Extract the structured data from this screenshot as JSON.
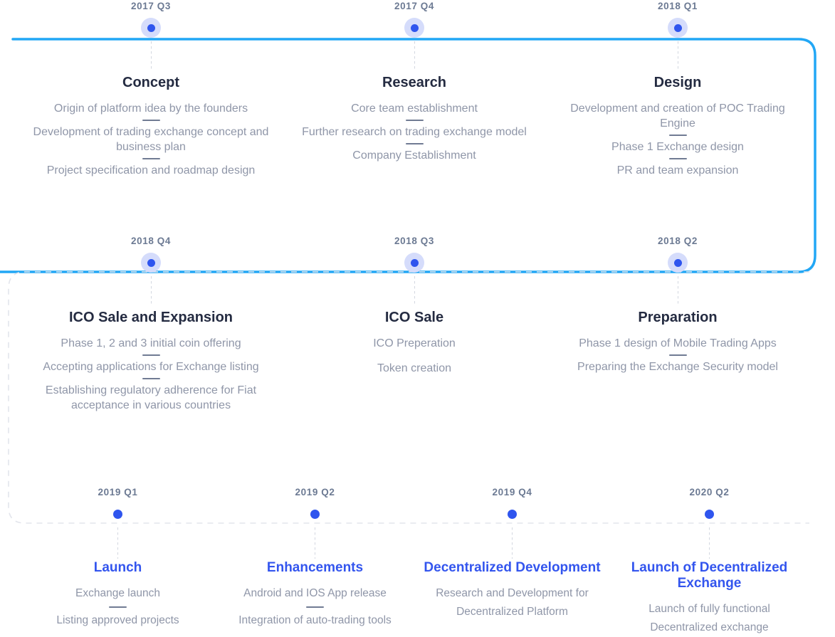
{
  "colors": {
    "track_blue": "#22a7f5",
    "dashed_gray": "#e2e4ea",
    "node_blue": "#2f55ee",
    "node_halo": "#d5dcfb",
    "title_dark": "#242b41",
    "title_blue": "#3355ee",
    "body_gray": "#8f96a8",
    "quarter_gray": "#6c7a93",
    "divider_gray": "#707b93"
  },
  "rows": [
    {
      "style": "solid-blue",
      "cells": [
        {
          "quarter": "2017 Q3",
          "title": "Concept",
          "items": [
            "Origin of platform idea by the founders",
            "Development of trading exchange concept and business plan",
            "Project specification and roadmap design"
          ],
          "dividers": true
        },
        {
          "quarter": "2017 Q4",
          "title": "Research",
          "items": [
            "Core team establishment",
            "Further research on trading exchange model",
            "Company Establishment"
          ],
          "dividers": true
        },
        {
          "quarter": "2018 Q1",
          "title": "Design",
          "items": [
            "Development and creation of POC Trading Engine",
            "Phase 1 Exchange design",
            "PR and team expansion"
          ],
          "dividers": true
        }
      ]
    },
    {
      "style": "solid-blue",
      "cells": [
        {
          "quarter": "2018 Q4",
          "title": "ICO Sale and Expansion",
          "items": [
            "Phase 1, 2 and 3 initial coin offering",
            "Accepting applications for Exchange listing",
            "Establishing regulatory adherence for Fiat acceptance in various countries"
          ],
          "dividers": true
        },
        {
          "quarter": "2018 Q3",
          "title": "ICO Sale",
          "items": [
            "ICO Preperation",
            "Token creation"
          ],
          "dividers": false
        },
        {
          "quarter": "2018 Q2",
          "title": "Preparation",
          "items": [
            "Phase 1 design of Mobile Trading Apps",
            "Preparing the Exchange Security model"
          ],
          "dividers": true
        }
      ]
    },
    {
      "style": "dashed-gray",
      "cells": [
        {
          "quarter": "2019 Q1",
          "title": "Launch",
          "items": [
            "Exchange launch",
            "Listing approved projects"
          ],
          "dividers": true
        },
        {
          "quarter": "2019 Q2",
          "title": "Enhancements",
          "items": [
            "Android and IOS App release",
            "Integration of auto-trading tools"
          ],
          "dividers": true
        },
        {
          "quarter": "2019 Q4",
          "title": "Decentralized Development",
          "items": [
            "Research and Development for Decentralized Platform"
          ],
          "dividers": false
        },
        {
          "quarter": "2020 Q2",
          "title": "Launch of Decentralized Exchange",
          "items": [
            "Launch of fully functional Decentralized exchange"
          ],
          "dividers": false
        }
      ]
    }
  ]
}
